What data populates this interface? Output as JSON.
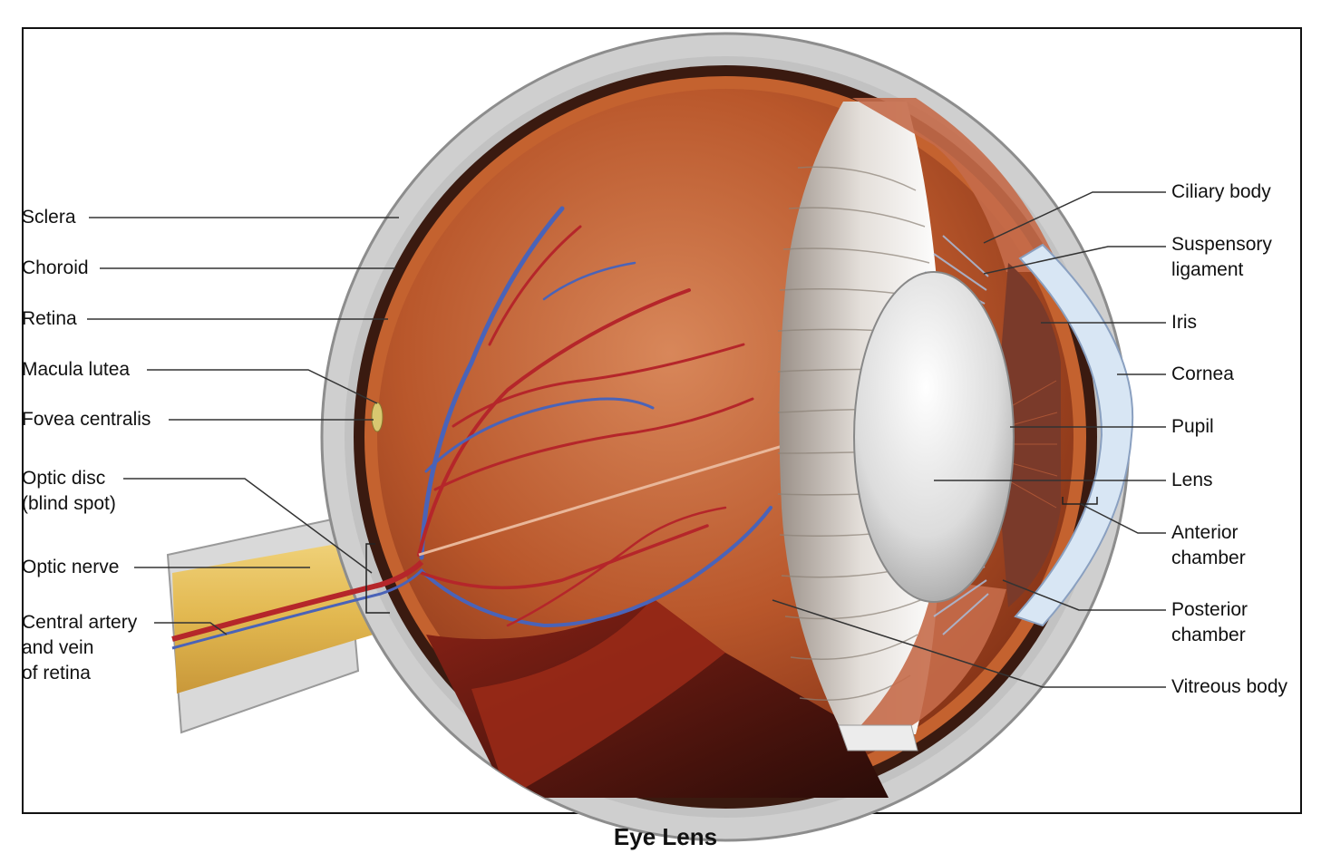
{
  "caption": "Eye Lens",
  "labels": {
    "sclera": "Sclera",
    "choroid": "Choroid",
    "retina": "Retina",
    "macula_lutea": "Macula lutea",
    "fovea_centralis": "Fovea centralis",
    "optic_disc": [
      "Optic disc",
      "(blind spot)"
    ],
    "optic_nerve": "Optic nerve",
    "central_artery_vein": [
      "Central artery",
      "and vein",
      "of retina"
    ],
    "ciliary_body": "Ciliary body",
    "suspensory_ligament": [
      "Suspensory",
      "ligament"
    ],
    "iris": "Iris",
    "cornea": "Cornea",
    "pupil": "Pupil",
    "lens": "Lens",
    "anterior_chamber": [
      "Anterior",
      "chamber"
    ],
    "posterior_chamber": [
      "Posterior",
      "chamber"
    ],
    "vitreous_body": "Vitreous body"
  },
  "colors": {
    "sclera": "#c8c8c8",
    "choroid": "#3a1a10",
    "retina": "#c4622f",
    "vitreous": "#b9572b",
    "optic_nerve": "#e8c060",
    "lens": "#e6e6e6",
    "cornea": "#d8e6f4",
    "iris": "#7a3a2a",
    "vessel_artery": "#b5262a",
    "vessel_vein": "#4a63b8"
  }
}
